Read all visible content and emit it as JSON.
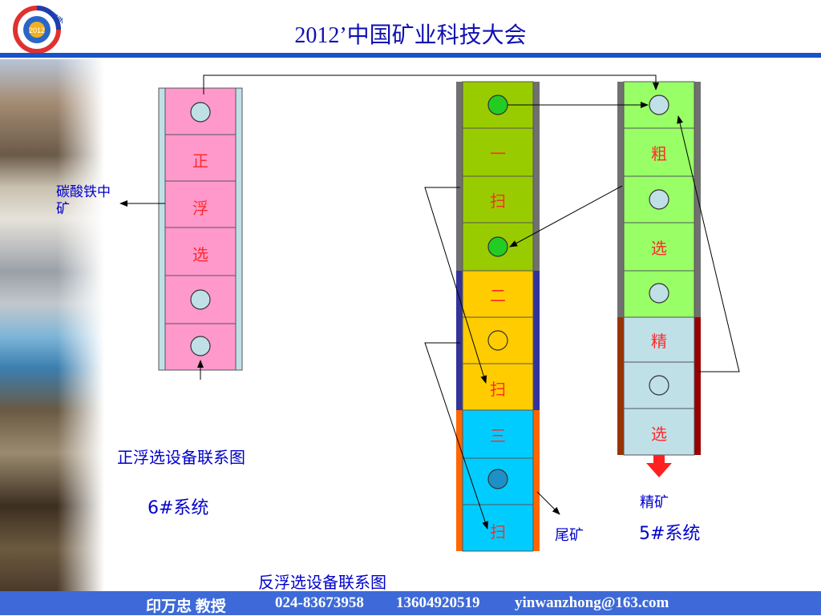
{
  "header": {
    "title": "2012’中国矿业科技大会",
    "logo_text": "MINING",
    "logo_year": "2012"
  },
  "left_diagram": {
    "cells": [
      "正",
      "浮",
      "选"
    ],
    "output_label": "碳酸铁中矿",
    "caption": "正浮选设备联系图",
    "system_label": "6#系统"
  },
  "mid_column": {
    "cells": [
      "一",
      "扫",
      "二",
      "扫",
      "三",
      "扫"
    ],
    "output_label": "尾矿"
  },
  "right_column": {
    "cells": [
      "粗",
      "选",
      "精",
      "选"
    ],
    "output_label": "精矿",
    "system_label": "5#系统"
  },
  "bottom_caption": "反浮选设备联系图",
  "footer": {
    "name": "印万忠 教授",
    "phone1": "024-83673958",
    "phone2": "13604920519",
    "email": "yinwanzhong@163.com"
  },
  "colors": {
    "pink_cell": "#ff99cc",
    "light_green": "#99ff66",
    "olive_green": "#99cc00",
    "yellow": "#ffcc00",
    "cyan": "#00ccff",
    "pale_blue": "#c0e0e8",
    "title_blue": "#1010b0",
    "footer_blue": "#3d6ad8",
    "arrow_red": "#ff2020"
  }
}
